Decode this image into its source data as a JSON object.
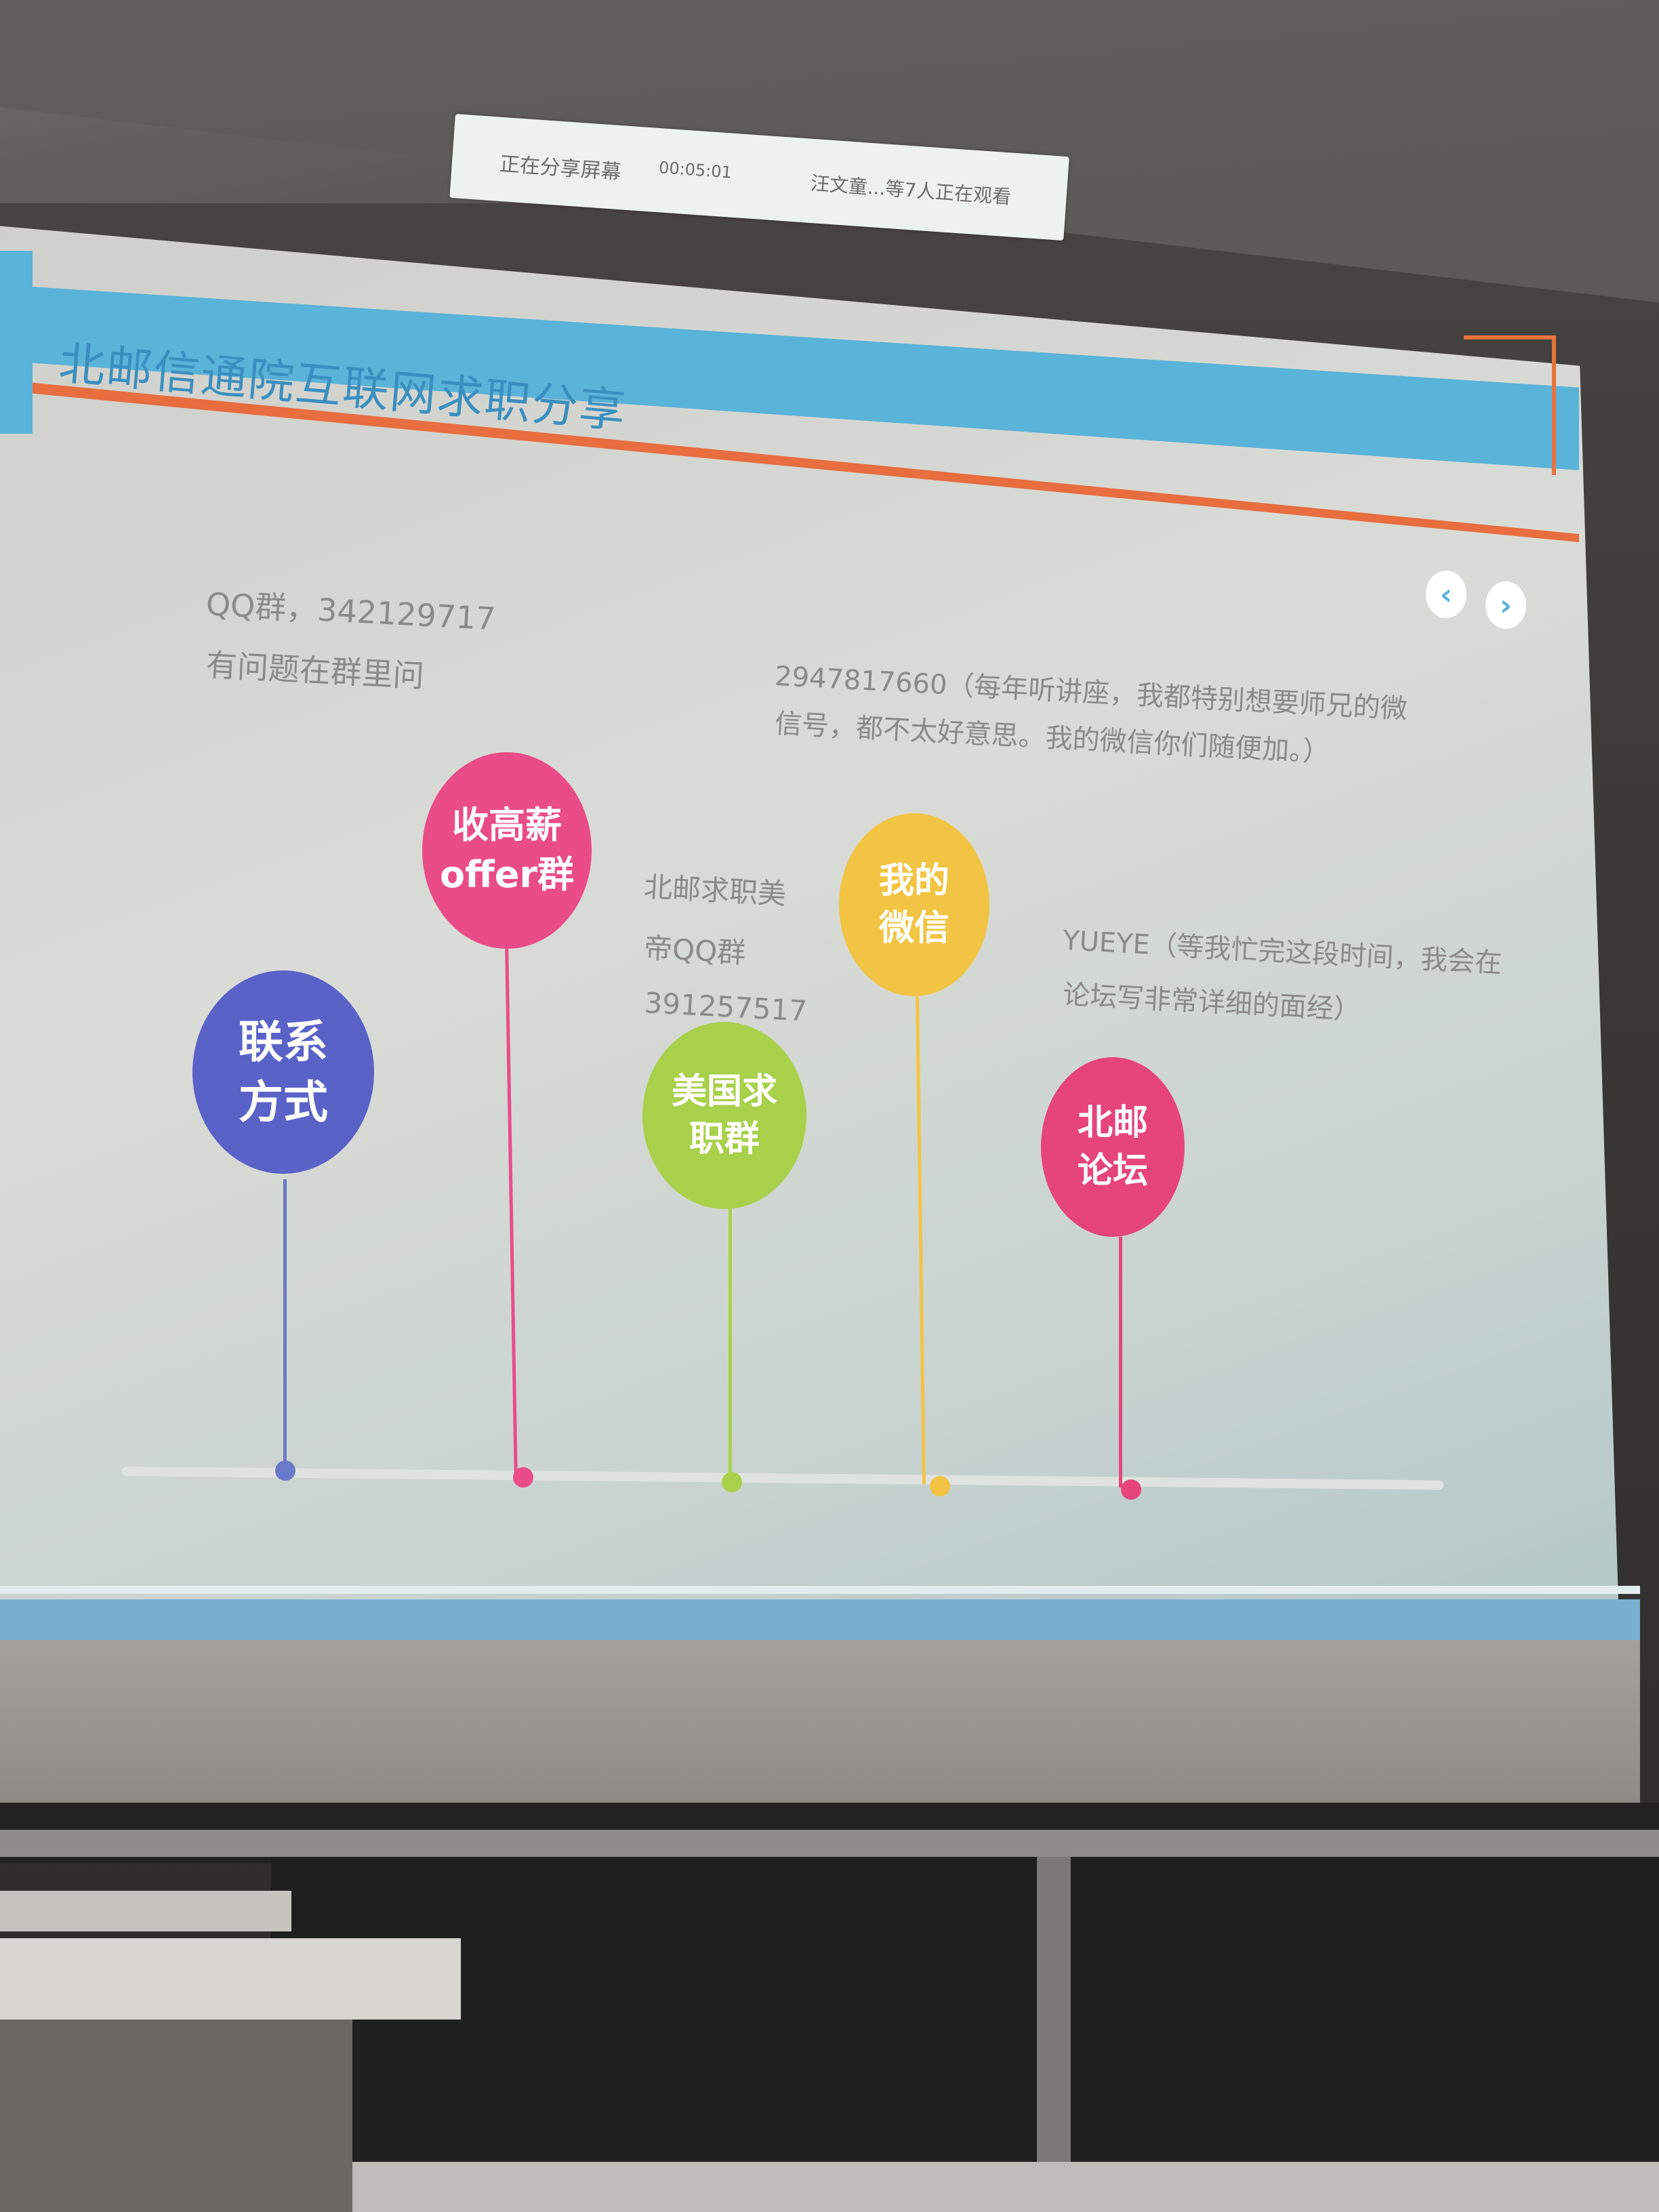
{
  "share_bar": {
    "status": "正在分享屏幕",
    "time": "00:05:01",
    "viewers": "汪文童...等7人正在观看"
  },
  "slide": {
    "title": "北邮信通院互联网求职分享",
    "prev_icon": "chevron-left-icon",
    "next_icon": "chevron-right-icon",
    "qq_line": "QQ群，342129717",
    "qq_note": "有问题在群里问",
    "wechat_line1": "2947817660（每年听讲座，我都特别想要师兄的微",
    "wechat_line2": "信号，都不太好意思。我的微信你们随便加。）",
    "us_group_line1": "北邮求职美",
    "us_group_line2": "帝QQ群",
    "us_group_line3": "391257517",
    "forum_line1": "YUEYE（等我忙完这段时间，我会在",
    "forum_line2": "论坛写非常详细的面经）",
    "circles": [
      {
        "line1": "联系",
        "line2": "方式",
        "color": "#5a62c8"
      },
      {
        "line1": "收高薪",
        "line2": "offer群",
        "color": "#ea4c87"
      },
      {
        "line1": "美国求",
        "line2": "职群",
        "color": "#a8d04a"
      },
      {
        "line1": "我的",
        "line2": "微信",
        "color": "#f2c443"
      },
      {
        "line1": "北邮",
        "line2": "论坛",
        "color": "#e5457a"
      }
    ]
  }
}
